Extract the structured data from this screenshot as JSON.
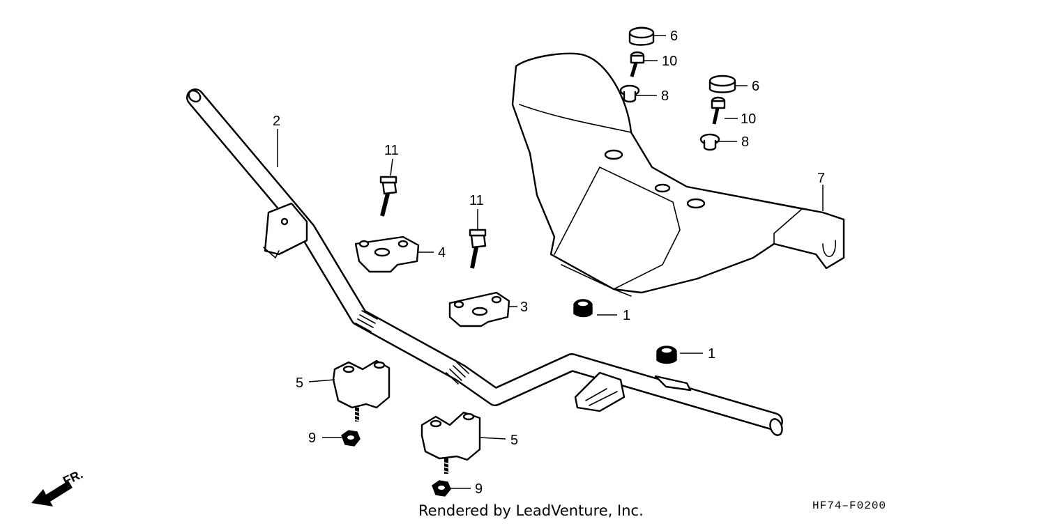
{
  "diagram": {
    "callouts": [
      {
        "id": "c1a",
        "label": "1"
      },
      {
        "id": "c1b",
        "label": "1"
      },
      {
        "id": "c2",
        "label": "2"
      },
      {
        "id": "c3",
        "label": "3"
      },
      {
        "id": "c4",
        "label": "4"
      },
      {
        "id": "c5a",
        "label": "5"
      },
      {
        "id": "c5b",
        "label": "5"
      },
      {
        "id": "c6a",
        "label": "6"
      },
      {
        "id": "c6b",
        "label": "6"
      },
      {
        "id": "c7",
        "label": "7"
      },
      {
        "id": "c8a",
        "label": "8"
      },
      {
        "id": "c8b",
        "label": "8"
      },
      {
        "id": "c9a",
        "label": "9"
      },
      {
        "id": "c9b",
        "label": "9"
      },
      {
        "id": "c10a",
        "label": "10"
      },
      {
        "id": "c10b",
        "label": "10"
      },
      {
        "id": "c11a",
        "label": "11"
      },
      {
        "id": "c11b",
        "label": "11"
      }
    ],
    "direction_label": "FR.",
    "footer": "Rendered by LeadVenture, Inc.",
    "figure_code": "HF74–F0200"
  }
}
